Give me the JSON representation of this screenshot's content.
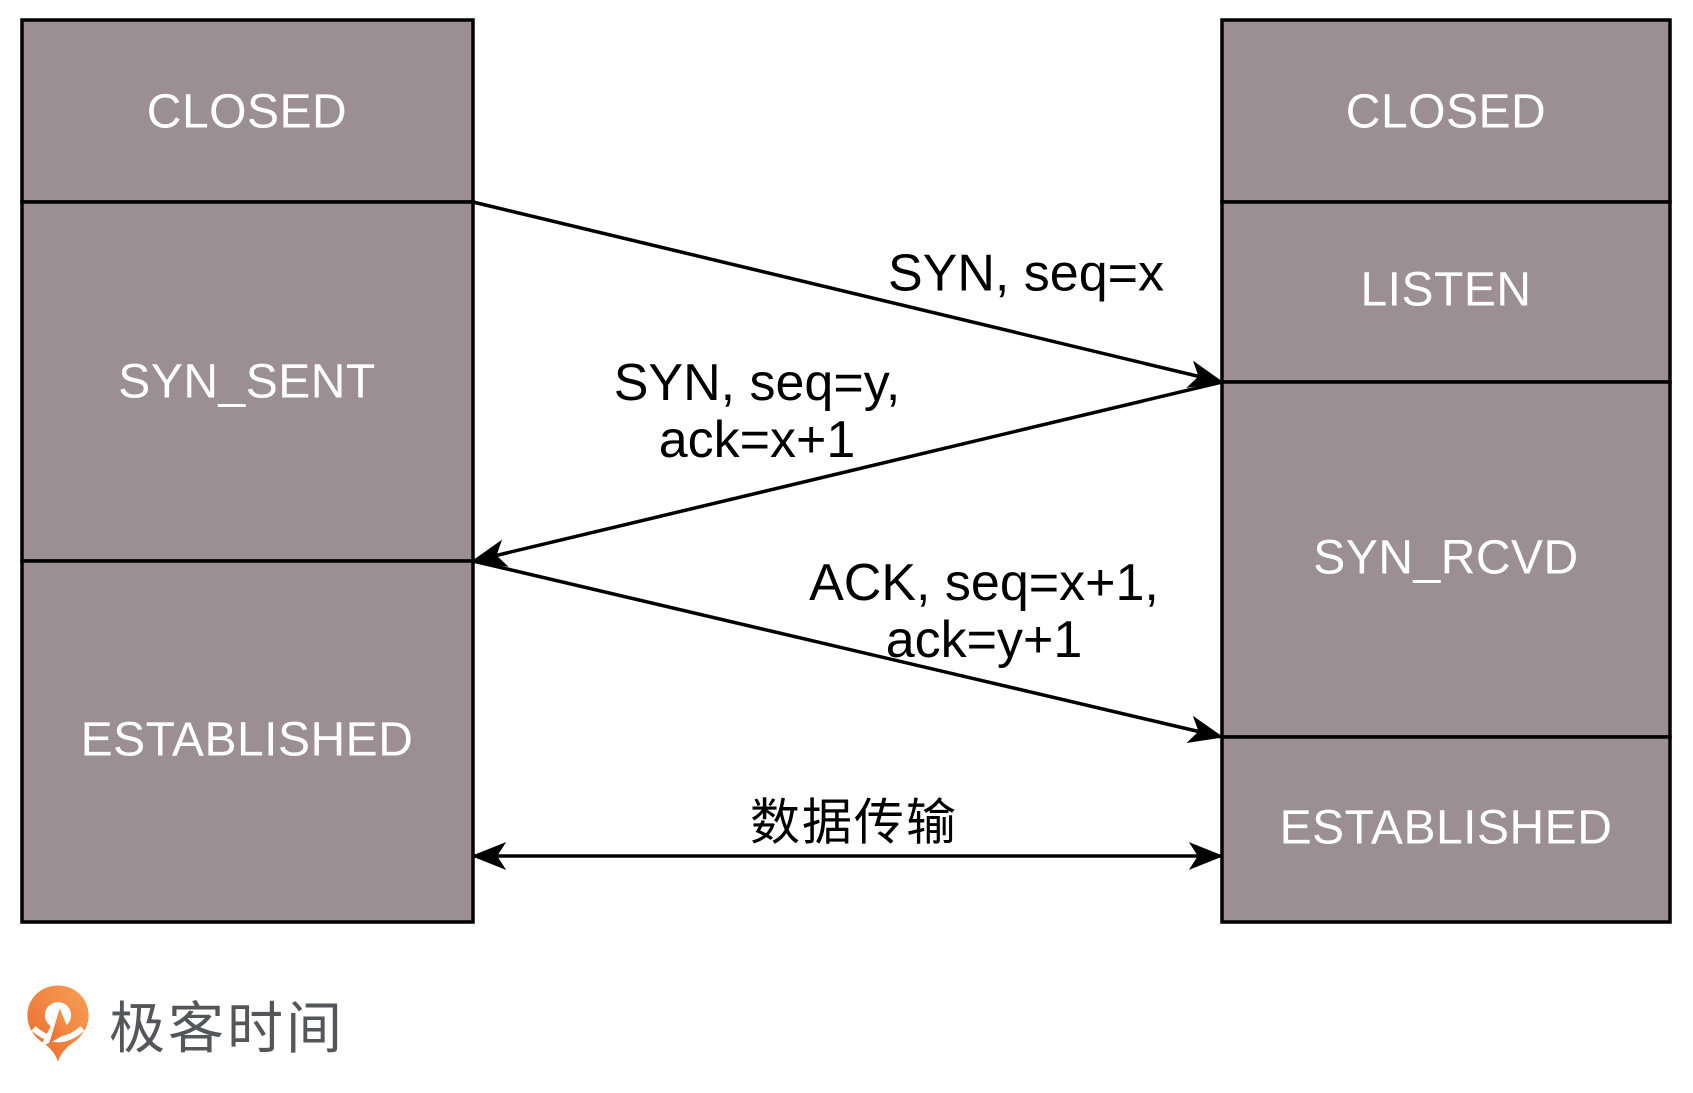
{
  "diagram": {
    "box_fill": "#9c8f94",
    "box_border": "#000000",
    "line_color": "#000000",
    "client_column": {
      "states": [
        {
          "label": "CLOSED"
        },
        {
          "label": "SYN_SENT"
        },
        {
          "label": "ESTABLISHED"
        }
      ]
    },
    "server_column": {
      "states": [
        {
          "label": "CLOSED"
        },
        {
          "label": "LISTEN"
        },
        {
          "label": "SYN_RCVD"
        },
        {
          "label": "ESTABLISHED"
        }
      ]
    },
    "messages": [
      {
        "label": "SYN, seq=x",
        "direction": "client-to-server"
      },
      {
        "label": "SYN, seq=y,\nack=x+1",
        "direction": "server-to-client"
      },
      {
        "label": "ACK, seq=x+1,\nack=y+1",
        "direction": "client-to-server"
      },
      {
        "label": "数据传输",
        "direction": "bidirectional"
      }
    ]
  },
  "footer": {
    "logo_text": "极客时间",
    "logo_text_color": "#54565a",
    "logo_orange_start": "#f7a056",
    "logo_orange_end": "#e96a2b"
  }
}
